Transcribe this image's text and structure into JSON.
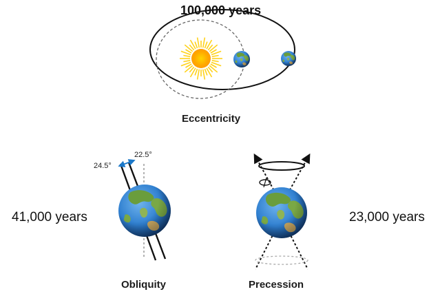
{
  "eccentricity": {
    "period": "100,000 years",
    "caption": "Eccentricity"
  },
  "obliquity": {
    "period": "41,000 years",
    "caption": "Obliquity",
    "angle_max": "24.5°",
    "angle_min": "22.5°"
  },
  "precession": {
    "period": "23,000 years",
    "caption": "Precession"
  },
  "colors": {
    "sun_core": "#ff9d00",
    "sun_rays": "#ffd21a",
    "ocean": "#2f7fd0",
    "land": "#5e9a3a",
    "arrow_blue": "#1b78c9"
  },
  "icons": [
    "sun-icon",
    "earth-icon"
  ]
}
